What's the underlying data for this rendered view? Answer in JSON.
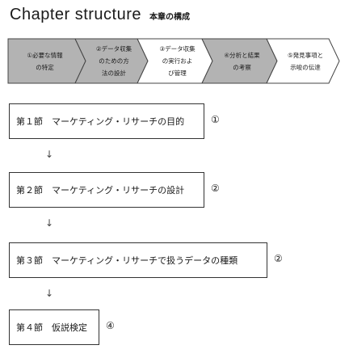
{
  "header": {
    "title_en": "Chapter structure",
    "title_ja": "本章の構成"
  },
  "steps": [
    {
      "lines": [
        "①必要な情報",
        "の特定"
      ],
      "fill": "#b3b3b3"
    },
    {
      "lines": [
        "②データ収集",
        "のための方",
        "法の設計"
      ],
      "fill": "#b3b3b3"
    },
    {
      "lines": [
        "③データ収集",
        "の実行およ",
        "び管理"
      ],
      "fill": "#ffffff"
    },
    {
      "lines": [
        "④分析と結果",
        "の考察"
      ],
      "fill": "#b3b3b3"
    },
    {
      "lines": [
        "⑤発見事項と",
        "示唆の伝達"
      ],
      "fill": "#ffffff"
    }
  ],
  "sections": [
    {
      "label": "第１節　マーケティング・リサーチの目的",
      "step_ref": "①"
    },
    {
      "label": "第２節　マーケティング・リサーチの設計",
      "step_ref": "②"
    },
    {
      "label": "第３節　マーケティング・リサーチで扱うデータの種類",
      "step_ref": "②"
    },
    {
      "label": "第４節　仮説検定",
      "step_ref": "④"
    }
  ],
  "arrow_glyph": "↓"
}
